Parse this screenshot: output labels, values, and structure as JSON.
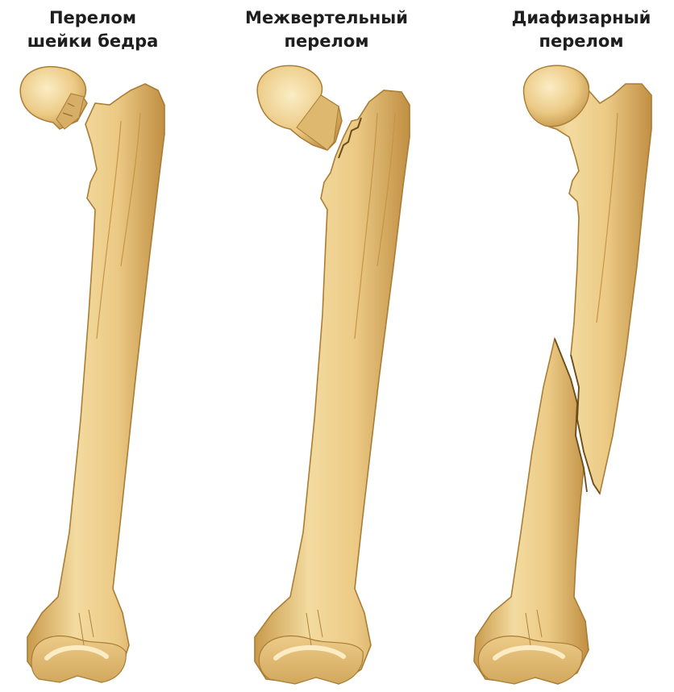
{
  "figure": {
    "panels": [
      {
        "line1": "Перелом",
        "line2": "шейки бедра"
      },
      {
        "line1": "Межвертельный",
        "line2": "перелом"
      },
      {
        "line1": "Диафизарный",
        "line2": "перелом"
      }
    ],
    "colors": {
      "bone_fill": "#ecca85",
      "bone_light": "#f6e4b4",
      "bone_outline": "#b78a3d",
      "bone_shadow": "#c89a4c"
    }
  }
}
